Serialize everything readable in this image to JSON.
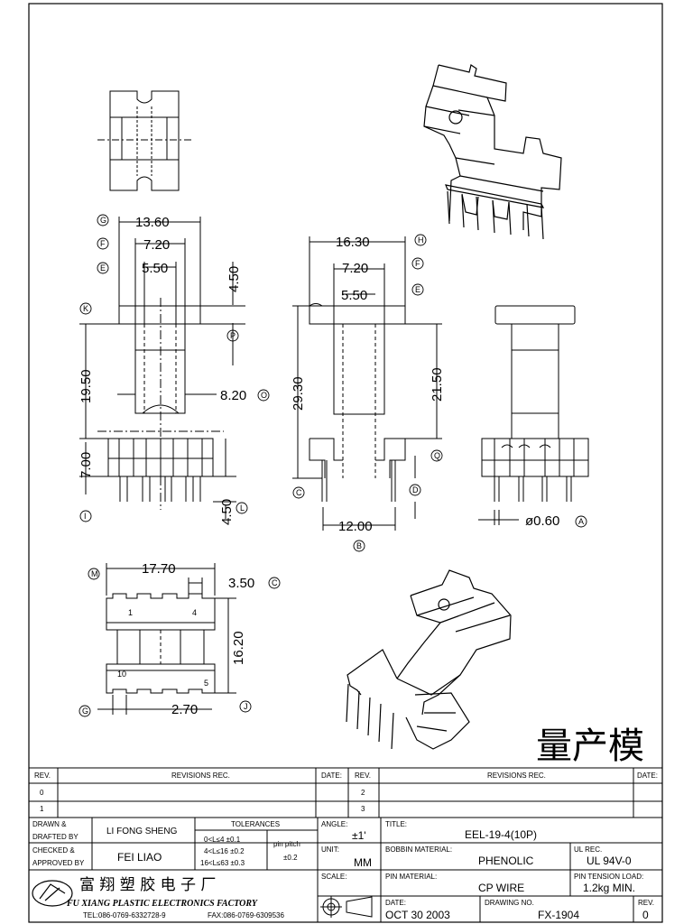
{
  "stamp": "量产模",
  "dimensions": {
    "top_width": "13.60",
    "top_mid": "7.20",
    "top_inner": "5.50",
    "flange_h": "4.50",
    "body_h": "19.50",
    "core_w": "8.20",
    "base_h": "7.00",
    "pin_len": "4.50",
    "side_width": "16.30",
    "side_mid": "7.20",
    "side_inner": "5.50",
    "side_total_h": "29.30",
    "side_body_h": "21.50",
    "pin_span": "12.00",
    "pin_dia": "ø0.60",
    "bottom_width": "17.70",
    "bottom_pitch": "3.50",
    "bottom_depth": "16.20",
    "bottom_row": "2.70"
  },
  "dim_labels": {
    "G": "G",
    "F": "F",
    "E": "E",
    "K": "K",
    "P": "P",
    "O": "O",
    "I": "I",
    "L": "L",
    "H": "H",
    "F2": "F",
    "E2": "E",
    "Q": "Q",
    "C": "C",
    "D": "D",
    "B": "B",
    "A": "A",
    "M": "M",
    "C2": "C",
    "G2": "G",
    "J": "J"
  },
  "pin_numbers": {
    "p1": "1",
    "p4": "4",
    "p10": "10",
    "p5": "5"
  },
  "revisions": {
    "rev_header": "REV.",
    "revisions_header": "REVISIONS   REC.",
    "date_header": "DATE:",
    "rows_left": [
      "0",
      "1"
    ],
    "rows_right": [
      "2",
      "3"
    ]
  },
  "title_block": {
    "drawn_label_1": "DRAWN  &",
    "drawn_label_2": "DRAFTED BY",
    "drawn_by": "LI FONG SHENG",
    "checked_label_1": "CHECKED  &",
    "checked_label_2": "APPROVED BY",
    "checked_by": "FEI LIAO",
    "tolerances_label": "TOLERANCES",
    "tol_1": "0<L≤4    ±0.1",
    "tol_2": "4<L≤16  ±0.2",
    "tol_3": "16<L≤63 ±0.3",
    "pin_pitch_label": "pin pitch",
    "pin_pitch_tol": "±0.2",
    "angle_label": "ANGLE:",
    "angle_value": "±1'",
    "unit_label": "UNIT:",
    "unit_value": "MM",
    "scale_label": "SCALE:",
    "title_label": "TITLE:",
    "title_value": "EEL-19-4(10P)",
    "bobbin_label": "BOBBIN MATERIAL:",
    "bobbin_value": "PHENOLIC",
    "ul_label": "UL REC.",
    "ul_value": "UL 94V-0",
    "pin_material_label": "PIN MATERIAL:",
    "pin_material_value": "CP WIRE",
    "pin_tension_label": "PIN TENSION LOAD:",
    "pin_tension_value": "1.2kg MIN.",
    "date_label": "DATE:",
    "date_value": "OCT 30   2003",
    "drawing_no_label": "DRAWING NO.",
    "drawing_no_value": "FX-1904",
    "rev_label": "REV.",
    "rev_value": "0",
    "company_cn": "富 翔 塑 胶 电 子 厂",
    "company_en": "FU XIANG PLASTIC ELECTRONICS FACTORY",
    "tel": "TEL:086-0769-6332728-9",
    "fax": "FAX:086-0769-6309536"
  },
  "colors": {
    "ink": "#000000",
    "paper": "#ffffff"
  }
}
